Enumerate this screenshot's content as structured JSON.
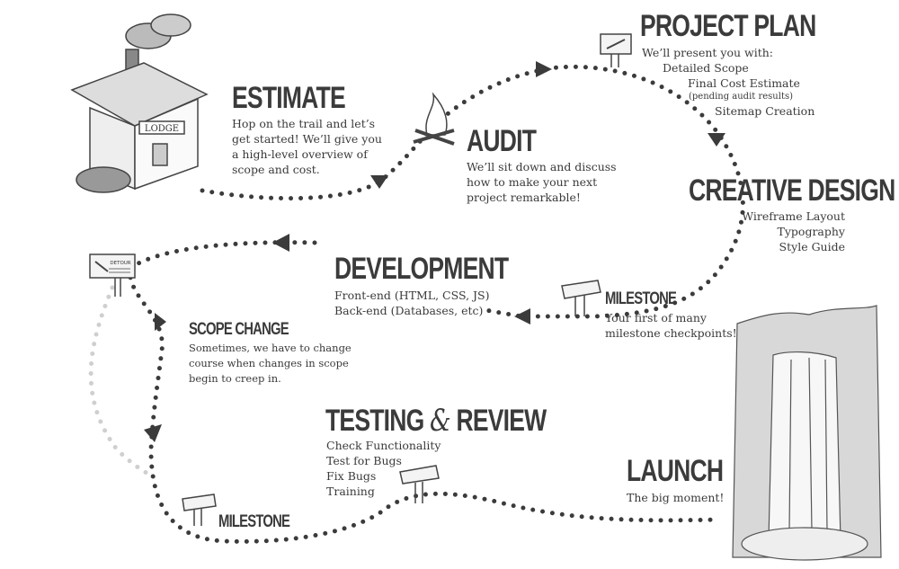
{
  "steps": {
    "estimate": {
      "title": "ESTIMATE",
      "lines": [
        "Hop on the trail and let’s",
        "get started! We’ll give you",
        "a high-level overview of",
        "scope and cost."
      ]
    },
    "audit": {
      "title": "AUDIT",
      "lines": [
        "We’ll sit down and discuss",
        "how to make your next",
        "project remarkable!"
      ]
    },
    "project_plan": {
      "title": "PROJECT PLAN",
      "intro": "We’ll present you with:",
      "lines": [
        "Detailed Scope",
        "Final Cost Estimate",
        "(pending audit results)",
        "Sitemap Creation"
      ]
    },
    "creative_design": {
      "title": "CREATIVE DESIGN",
      "lines": [
        "Wireframe Layout",
        "Typography",
        "Style Guide"
      ]
    },
    "milestone1": {
      "title": "MILESTONE",
      "lines": [
        "Your first of many",
        "milestone checkpoints!"
      ]
    },
    "development": {
      "title": "DEVELOPMENT",
      "lines": [
        "Front-end (HTML, CSS, JS)",
        "Back-end (Databases, etc)"
      ]
    },
    "scope_change": {
      "title": "SCOPE CHANGE",
      "lines": [
        "Sometimes, we have to change",
        "course when changes in scope",
        "begin to creep in."
      ]
    },
    "testing": {
      "title_a": "TESTING",
      "amp": "&",
      "title_b": "REVIEW",
      "lines": [
        "Check Functionality",
        "Test for Bugs",
        "Fix Bugs",
        "Training"
      ]
    },
    "milestone2": {
      "title": "MILESTONE"
    },
    "launch": {
      "title": "LAUNCH",
      "lines": [
        "The big moment!"
      ]
    }
  },
  "illustrations": {
    "lodge_sign": "LODGE",
    "detour_sign": "DETOUR"
  },
  "colors": {
    "ink": "#3b3b3b",
    "faded": "#cfcfcf"
  }
}
